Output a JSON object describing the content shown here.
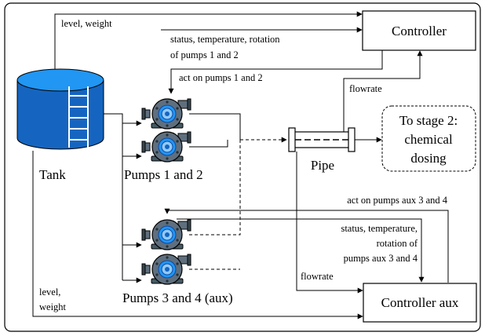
{
  "nodes": {
    "controller": "Controller",
    "controller_aux": "Controller aux",
    "tank": "Tank",
    "pipe": "Pipe",
    "pumps_12": "Pumps 1 and 2",
    "pumps_34": "Pumps 3 and 4 (aux)",
    "stage2": [
      "To stage 2:",
      "chemical",
      "dosing"
    ]
  },
  "edges": {
    "level_weight_top": "level, weight",
    "status_12": [
      "status, temperature, rotation",
      "of pumps 1 and 2"
    ],
    "act_12": "act on pumps 1 and 2",
    "flowrate_top": "flowrate",
    "act_aux": "act on pumps aux 3 and 4",
    "status_aux": [
      "status, temperature,",
      "rotation of",
      "pumps aux 3 and 4"
    ],
    "flowrate_bottom": "flowrate",
    "level_weight_bottom": [
      "level,",
      "weight"
    ]
  },
  "colors": {
    "tank_fill": "#1565c0",
    "tank_top": "#2196f3",
    "pump_body": "#5f6f7e",
    "pump_dark": "#37474f",
    "pump_ring": "#2196f3",
    "pump_ring_inner": "#90caf9"
  }
}
